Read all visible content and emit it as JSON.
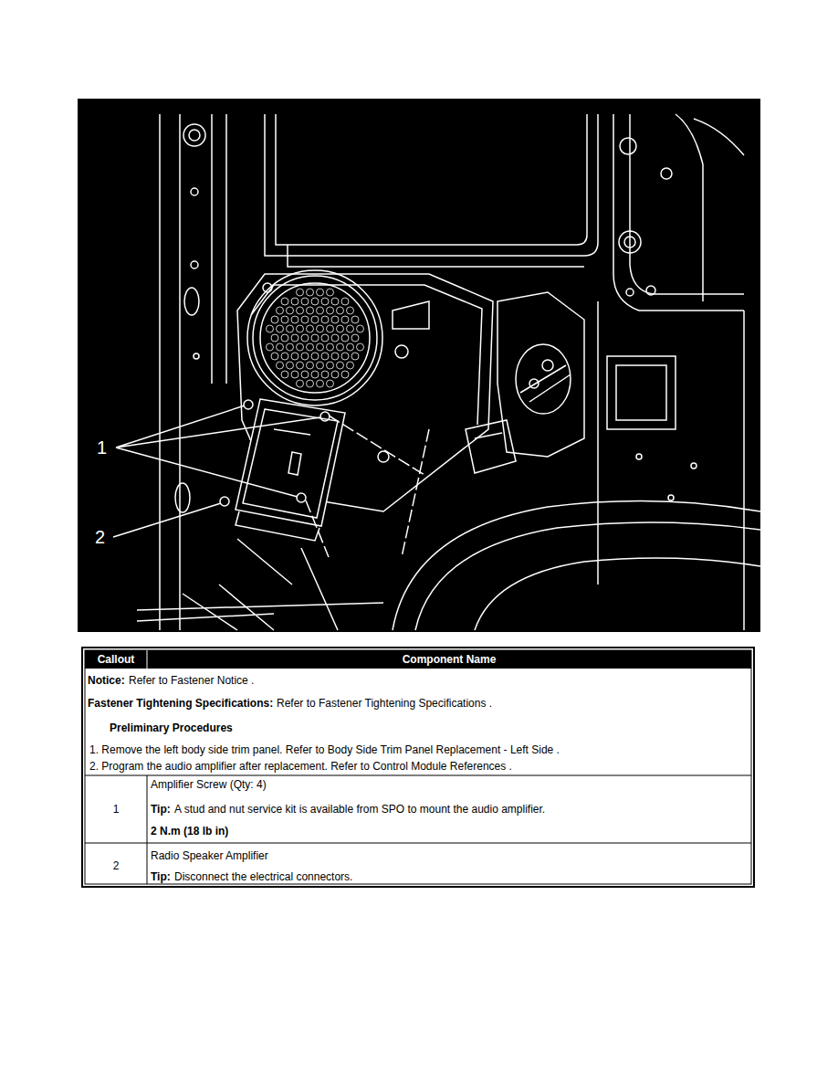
{
  "diagram": {
    "labels": [
      "1",
      "2",
      "Callout",
      "Component Name",
      "Notice:",
      "Refer to Fastener Notice .",
      "Fastener Tightening Specifications:",
      "Refer to Fastener Tightening Specifications .",
      "Preliminary Procedures",
      "1. Remove the left body side trim panel. Refer to Body Side Trim Panel Replacement - Left Side .",
      "2. Program the audio amplifier after replacement. Refer to Control Module References .",
      "1",
      "Amplifier Screw (Qty: 4)",
      "Tip:",
      "A stud and nut service kit is available from SPO to mount the audio amplifier.",
      "2 N.m (18 lb in)",
      "2",
      "Radio Speaker Amplifier",
      "Tip:",
      "Disconnect the electrical connectors."
    ]
  }
}
